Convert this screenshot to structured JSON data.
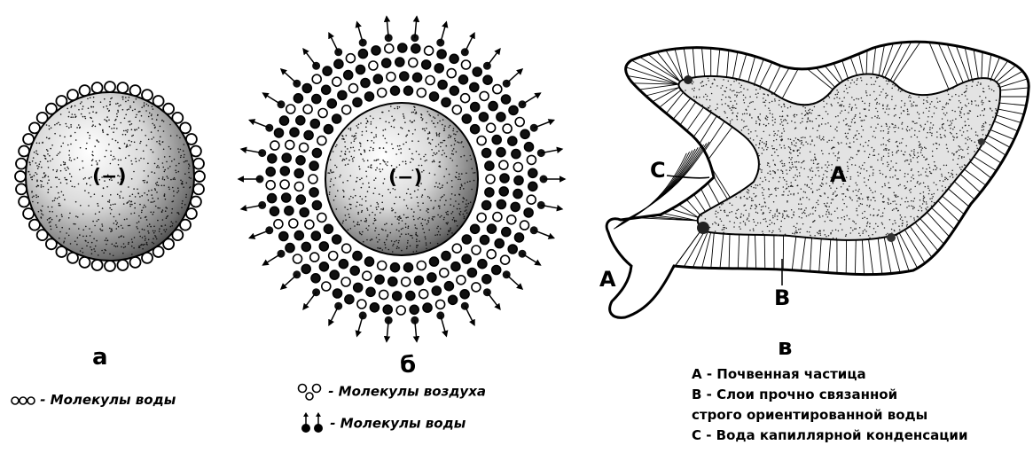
{
  "panels": {
    "a": {
      "label": "а",
      "charge": "(−)",
      "legend": {
        "text": "- Молекулы воды"
      }
    },
    "b": {
      "label": "б",
      "charge": "(−)",
      "legend": [
        {
          "text": "- Молекулы воздуха"
        },
        {
          "text": "- Молекулы воды"
        }
      ]
    },
    "c": {
      "label": "в",
      "letters": {
        "A_in": "A",
        "A_out": "A",
        "B": "B",
        "C": "C"
      },
      "legend": [
        "A - Почвенная частица",
        "B - Слои прочно связанной",
        "строго ориентированной воды",
        "C - Вода капиллярной конденсации"
      ]
    }
  },
  "colors": {
    "ink": "#000000",
    "paper": "#ffffff"
  }
}
